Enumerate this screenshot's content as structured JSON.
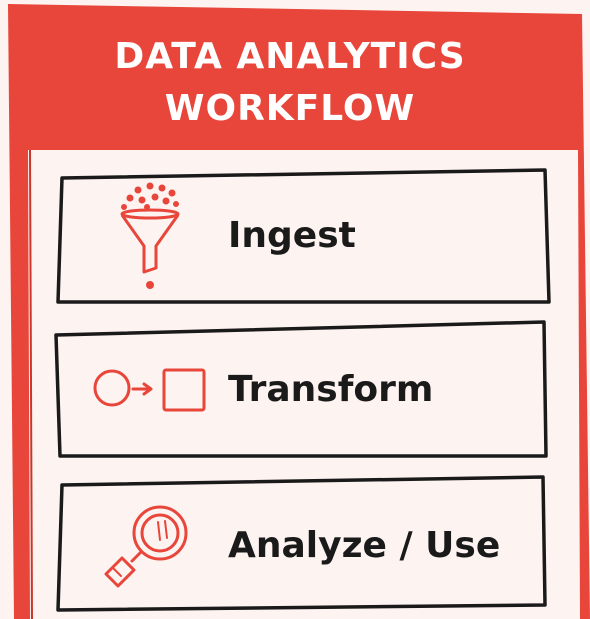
{
  "title": {
    "line1": "DATA ANALYTICS",
    "line2": "WORKFLOW"
  },
  "steps": [
    {
      "label": "Ingest",
      "icon": "funnel-icon"
    },
    {
      "label": "Transform",
      "icon": "circle-to-square-icon"
    },
    {
      "label": "Analyze / Use",
      "icon": "magnifier-icon"
    }
  ],
  "colors": {
    "accent": "#e8463a",
    "background": "#fdf3f1",
    "ink": "#1a1a1a",
    "header_text": "#ffffff"
  }
}
